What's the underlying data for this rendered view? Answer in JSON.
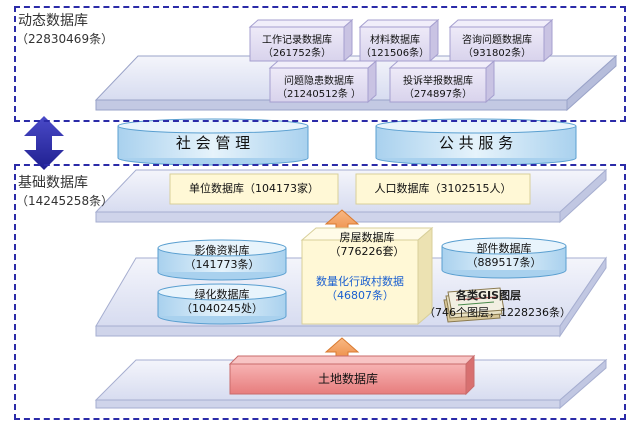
{
  "dynamic": {
    "title": "动态数据库",
    "count": "（22830469条）",
    "cubes": [
      {
        "name": "工作记录数据库",
        "count": "（261752条）"
      },
      {
        "name": "材料数据库",
        "count": "（121506条）"
      },
      {
        "name": "咨询问题数据库",
        "count": "（931802条）"
      },
      {
        "name": "问题隐患数据库",
        "count": "（21240512条 ）"
      },
      {
        "name": "投诉举报数据库",
        "count": "（274897条）"
      }
    ]
  },
  "middle": {
    "social": "社 会 管 理",
    "public": "公 共 服 务"
  },
  "base": {
    "title": "基础数据库",
    "count": "（14245258条）",
    "unit": "单位数据库（104173家）",
    "population": "人口数据库（3102515人）",
    "housing_name": "房屋数据库",
    "housing_count": "（776226套）",
    "village_name": "数量化行政村数据",
    "village_count": "（46807条）",
    "image_name": "影像资料库",
    "image_count": "（141773条）",
    "green_name": "绿化数据库",
    "green_count": "（1040245处）",
    "parts_name": "部件数据库",
    "parts_count": "（889517条）",
    "gis_name": "各类GIS图层",
    "gis_count": "（746个图层，1228236条）",
    "land": "土地数据库"
  },
  "colors": {
    "accent": "#2b2ba8",
    "platform": "#dfe3f5",
    "cube": "#e3e0f2",
    "cylinder": "#cfe6f6",
    "arrow": "#f29a56",
    "land": "#f28e8e",
    "label_box": "#fff8d6",
    "village_text": "#1a5fd0"
  }
}
